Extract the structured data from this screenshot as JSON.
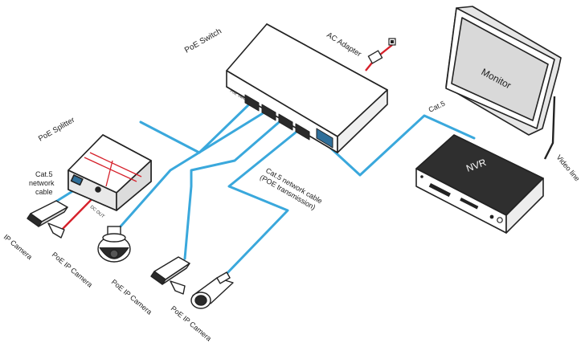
{
  "labels": {
    "poe_switch": "PoE  Switch",
    "ac_adapter": "AC Adapter",
    "monitor": "Monitor",
    "poe_splitter": "PoE Splitter",
    "cat5_network_cable": [
      "Cat.5",
      "network",
      "cable"
    ],
    "dc_out": "DC OUT",
    "cat5_poe_cable": [
      "Cat.5 network cable",
      "(POE transmission)"
    ],
    "cat5": "Cat.5",
    "nvr": "NVR",
    "video_line": "Video line",
    "ip_camera": "IP Camera",
    "poe_ip_camera": "PoE IP Camera"
  },
  "colors": {
    "cable_blue": "#3aa8dc",
    "dc_red": "#d6202a",
    "outline": "#222222"
  }
}
